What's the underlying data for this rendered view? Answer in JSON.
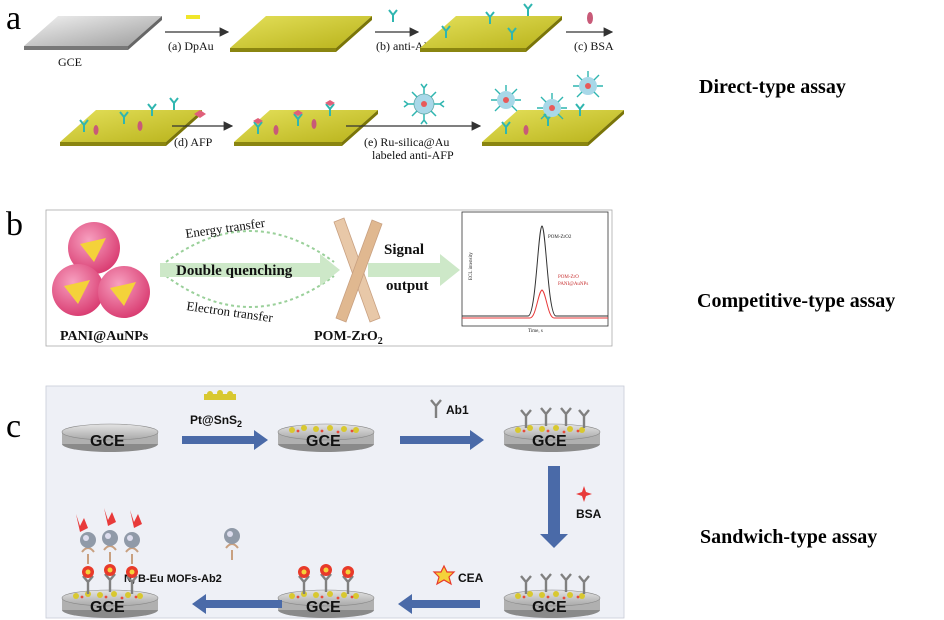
{
  "panels": {
    "a": {
      "letter": "a",
      "assay": "Direct-type assay",
      "gce_label": "GCE",
      "steps": [
        "(a) DpAu",
        "(b) anti-AFP",
        "(c) BSA",
        "(d) AFP"
      ],
      "step_e_line1": "(e) Ru-silica@Au",
      "step_e_line2": "labeled anti-AFP"
    },
    "b": {
      "letter": "b",
      "assay": "Competitive-type assay",
      "energy_transfer": "Energy transfer",
      "double_quenching": "Double quenching",
      "electron_transfer": "Electron transfer",
      "signal_line1": "Signal",
      "signal_line2": "output",
      "pani_label": "PANI@AuNPs",
      "pom_label": "POM-ZrO",
      "pom_sub": "2",
      "chart_ylabel": "ECL intensity",
      "chart_xlabel": "Time, s",
      "curve1_label": "POM-ZrO",
      "curve1_sub": "2",
      "curve2_label_line1": "POM-ZrO",
      "curve2_label_line2": "PANI@AuNPs"
    },
    "c": {
      "letter": "c",
      "assay": "Sandwich-type assay",
      "gce_label": "GCE",
      "pt_label": "Pt@SnS",
      "pt_sub": "2",
      "ab1_label": "Ab1",
      "bsa_label": "BSA",
      "cea_label": "CEA",
      "mofs_label": "N, B-Eu MOFs-Ab2"
    }
  },
  "colors": {
    "electrode_gold": "#d4d03a",
    "electrode_gray": "#c8c8c8",
    "antibody": "#2fb6b0",
    "bsa": "#c85a78",
    "arrow_blue": "#4a6aa8",
    "pani_shell": "#e85a8a",
    "pani_core": "#f4d23a",
    "arrow_green": "#cde8c8",
    "cea": "#e83a2a"
  },
  "icons": [
    "antibody-icon",
    "bsa-icon",
    "afp-icon",
    "ru-silica-icon",
    "arrow-icon",
    "star-icon"
  ]
}
